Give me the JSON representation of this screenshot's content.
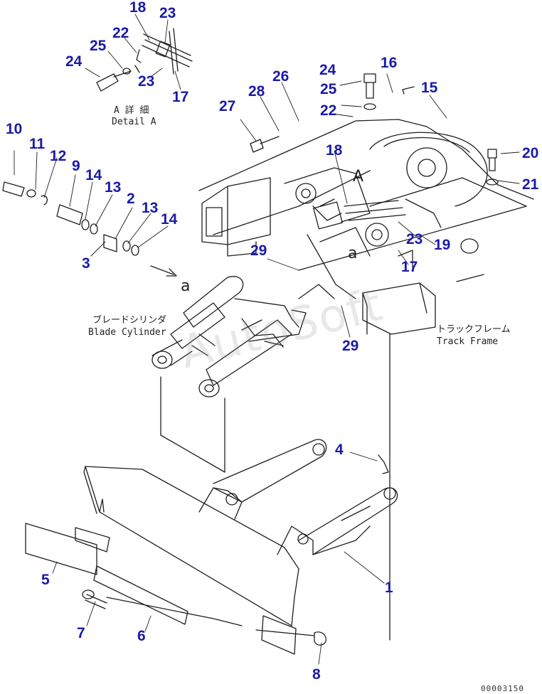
{
  "colors": {
    "callout": "#1a1aa8",
    "line": "#1e1e1e",
    "watermark": "#969696"
  },
  "callouts": [
    "18",
    "23",
    "22",
    "25",
    "24",
    "23",
    "17",
    "16",
    "24",
    "25",
    "15",
    "26",
    "28",
    "27",
    "22",
    "18",
    "20",
    "21",
    "10",
    "11",
    "12",
    "9",
    "14",
    "13",
    "2",
    "13",
    "14",
    "3",
    "29",
    "23",
    "19",
    "17",
    "29",
    "4",
    "1",
    "5",
    "7",
    "6",
    "8"
  ],
  "detail_a": {
    "jp": "A 詳 細",
    "en": "Detail A"
  },
  "view_letters": {
    "upper_A": "A",
    "lower_a_left": "a",
    "lower_a_center": "a"
  },
  "blade_cylinder": {
    "jp": "ブレードシリンダ",
    "en": "Blade Cylinder"
  },
  "track_frame": {
    "jp": "トラックフレーム",
    "en": "Track Frame"
  },
  "watermark": "AutoSoft",
  "drawing_number": "00003150"
}
